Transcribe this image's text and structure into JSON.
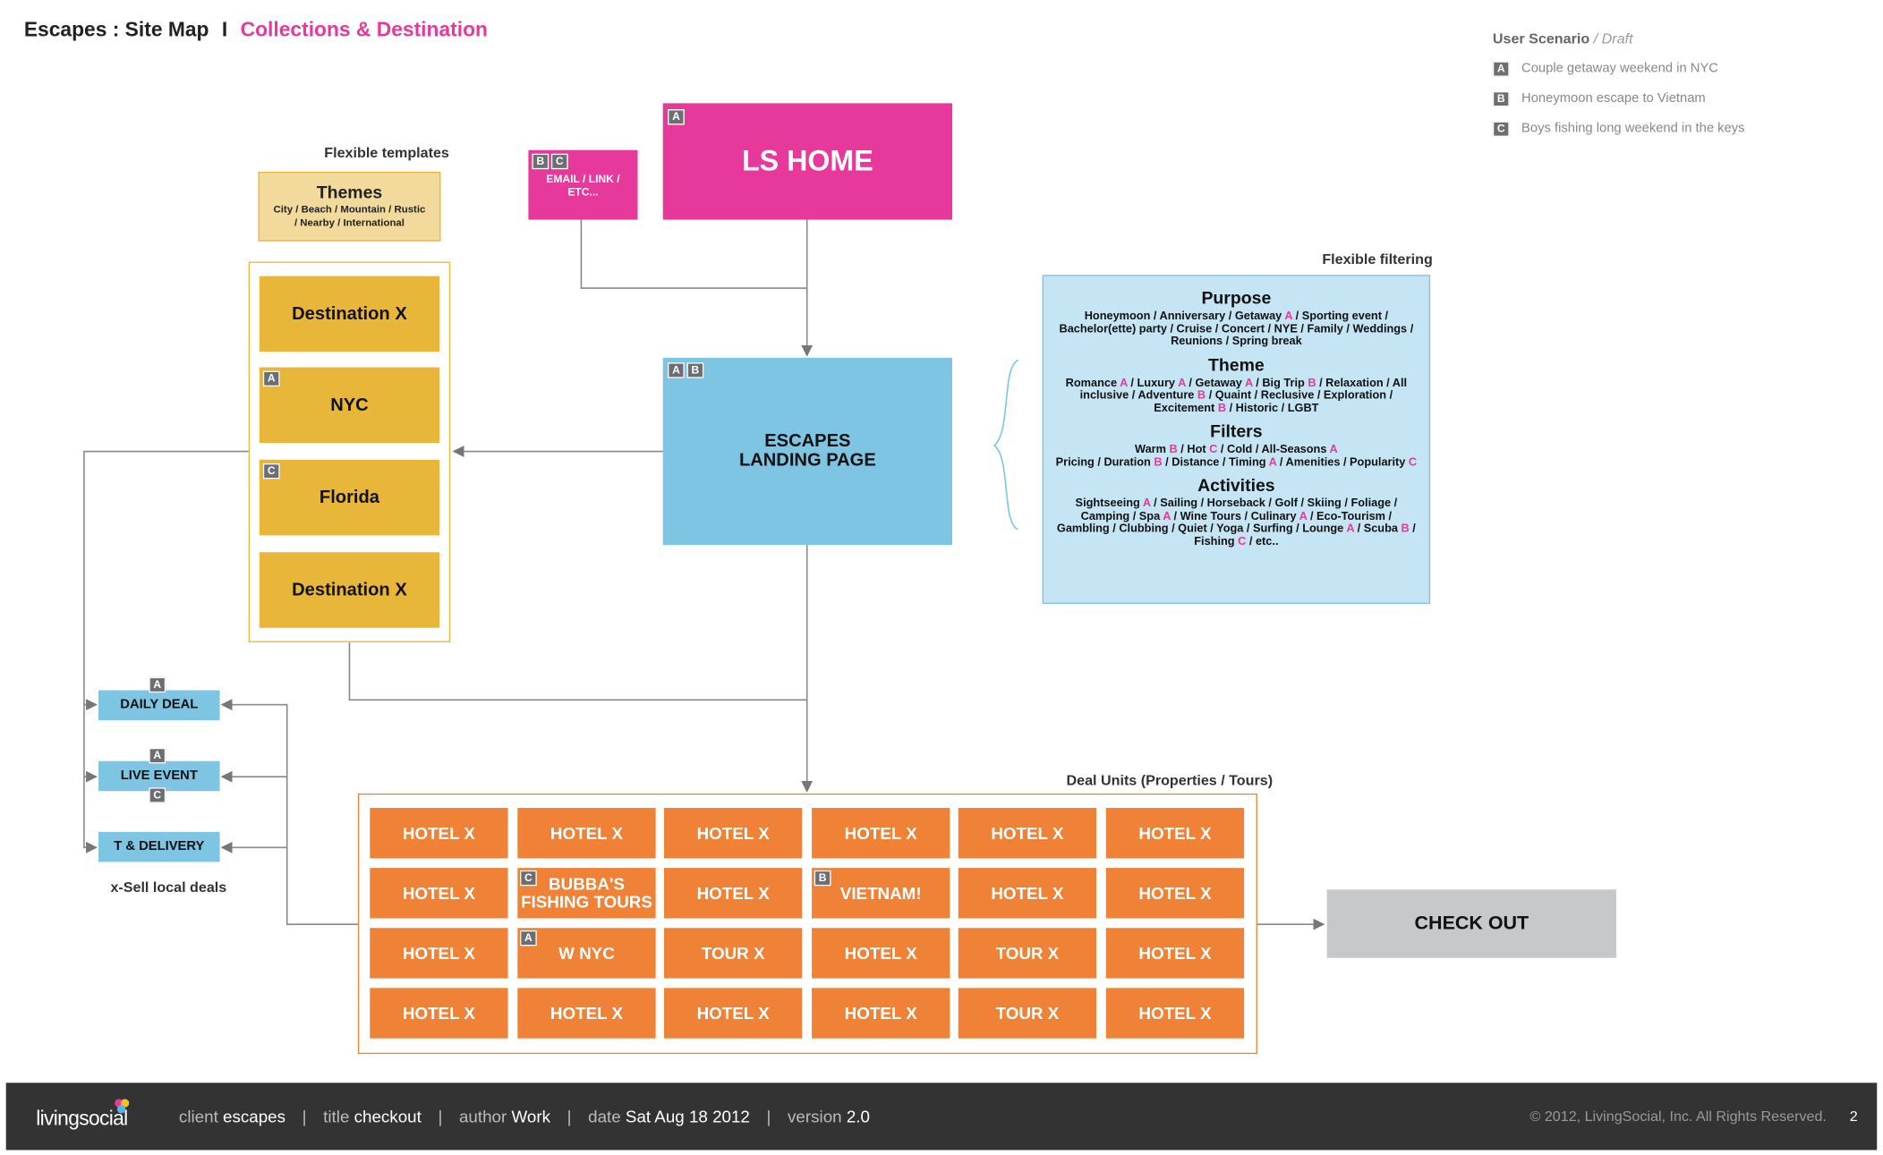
{
  "header": {
    "title": "Escapes : Site Map",
    "separator": "I",
    "subtitle": "Collections & Destination"
  },
  "legend": {
    "heading": "User Scenario",
    "status": "/ Draft",
    "items": [
      {
        "badge": "A",
        "text": "Couple getaway weekend in NYC"
      },
      {
        "badge": "B",
        "text": "Honeymoon escape to Vietnam"
      },
      {
        "badge": "C",
        "text": "Boys fishing long weekend in the keys"
      }
    ]
  },
  "nodes": {
    "ls_home": {
      "label": "LS HOME",
      "badges": [
        "A"
      ]
    },
    "email": {
      "label": "EMAIL / LINK / ETC...",
      "badges": [
        "B",
        "C"
      ]
    },
    "landing": {
      "line1": "ESCAPES",
      "line2": "LANDING PAGE",
      "badges": [
        "A",
        "B"
      ]
    },
    "checkout": {
      "label": "CHECK OUT"
    }
  },
  "templates": {
    "caption": "Flexible templates",
    "themes_title": "Themes",
    "themes_text": "City / Beach / Mountain / Rustic / Nearby / International",
    "destinations": [
      {
        "label": "Destination X",
        "badge": ""
      },
      {
        "label": "NYC",
        "badge": "A"
      },
      {
        "label": "Florida",
        "badge": "C"
      },
      {
        "label": "Destination X",
        "badge": ""
      }
    ]
  },
  "filtering": {
    "caption": "Flexible  filtering",
    "sections": [
      {
        "title": "Purpose",
        "html": "Honeymoon / Anniversary / Getaway <span class='hl'>A</span> / Sporting event / Bachelor(ette) party / Cruise / Concert / NYE / Family / Weddings / Reunions / Spring break"
      },
      {
        "title": "Theme",
        "html": "Romance <span class='hl'>A</span> / Luxury <span class='hl'>A</span> / Getaway <span class='hl'>A</span> / Big Trip <span class='hl'>B</span> / Relaxation / All inclusive / Adventure <span class='hl'>B</span> / Quaint / Reclusive / Exploration / Excitement <span class='hl'>B</span> / Historic / LGBT"
      },
      {
        "title": "Filters",
        "html": "Warm <span class='hl'>B</span> / Hot <span class='hl'>C</span> / Cold / All-Seasons <span class='hl'>A</span><br>Pricing / Duration <span class='hl'>B</span> / Distance  / Timing <span class='hl'>A</span> / Amenities / Popularity <span class='hl'>C</span>"
      },
      {
        "title": "Activities",
        "html": "Sightseeing <span class='hl'>A</span> / Sailing / Horseback / Golf / Skiing / Foliage / Camping / Spa <span class='hl'>A</span> / Wine Tours / Culinary <span class='hl'>A</span> / Eco-Tourism / Gambling / Clubbing / Quiet / Yoga / Surfing / Lounge <span class='hl'>A</span> / Scuba <span class='hl'>B</span> / Fishing <span class='hl'>C</span> / etc.."
      }
    ]
  },
  "xsell": {
    "caption": "x-Sell local deals",
    "items": [
      {
        "label": "DAILY DEAL",
        "badge_top": "A",
        "badge_bottom": ""
      },
      {
        "label": "LIVE EVENT",
        "badge_top": "A",
        "badge_bottom": "C"
      },
      {
        "label": "T & DELIVERY",
        "badge_top": "",
        "badge_bottom": ""
      }
    ]
  },
  "deals": {
    "caption": "Deal Units (Properties / Tours)",
    "rows": [
      [
        {
          "label": "HOTEL X"
        },
        {
          "label": "HOTEL X"
        },
        {
          "label": "HOTEL X"
        },
        {
          "label": "HOTEL X"
        },
        {
          "label": "HOTEL X"
        },
        {
          "label": "HOTEL X"
        }
      ],
      [
        {
          "label": "HOTEL X"
        },
        {
          "label": "BUBBA'S FISHING TOURS",
          "badge": "C"
        },
        {
          "label": "HOTEL X"
        },
        {
          "label": "VIETNAM!",
          "badge": "B"
        },
        {
          "label": "HOTEL X"
        },
        {
          "label": "HOTEL X"
        }
      ],
      [
        {
          "label": "HOTEL X"
        },
        {
          "label": "W NYC",
          "badge": "A"
        },
        {
          "label": "TOUR X"
        },
        {
          "label": "HOTEL X"
        },
        {
          "label": "TOUR X"
        },
        {
          "label": "HOTEL X"
        }
      ],
      [
        {
          "label": "HOTEL X"
        },
        {
          "label": "HOTEL X"
        },
        {
          "label": "HOTEL X"
        },
        {
          "label": "HOTEL X"
        },
        {
          "label": "TOUR X"
        },
        {
          "label": "HOTEL X"
        }
      ]
    ]
  },
  "footer": {
    "logo": "livingsocial",
    "client_key": "client",
    "client_val": "escapes",
    "title_key": "title",
    "title_val": "checkout",
    "author_key": "author",
    "author_val": "Work",
    "date_key": "date",
    "date_val": "Sat Aug 18 2012",
    "version_key": "version",
    "version_val": "2.0",
    "copyright": "© 2012, LivingSocial, Inc. All Rights Reserved.",
    "page": "2"
  },
  "colors": {
    "pink": "#e6399b",
    "blue": "#7ec4e3",
    "gold": "#e8b73a",
    "orange": "#ef8236",
    "gray": "#c7c8ca"
  }
}
